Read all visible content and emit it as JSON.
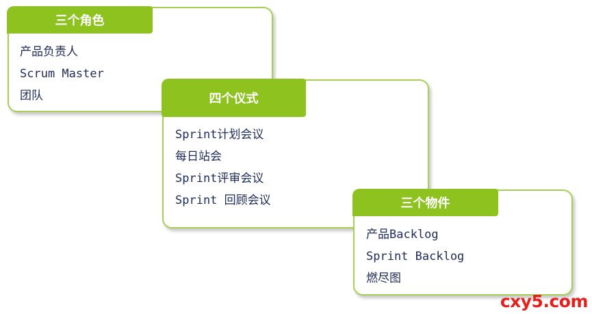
{
  "cards": [
    {
      "title": "三个角色",
      "items": [
        "产品负责人",
        "Scrum Master",
        "团队"
      ]
    },
    {
      "title": "四个仪式",
      "items": [
        "Sprint计划会议",
        "每日站会",
        "Sprint评审会议",
        "Sprint 回顾会议"
      ]
    },
    {
      "title": "三个物件",
      "items": [
        "产品Backlog",
        "Sprint Backlog",
        "燃尽图"
      ]
    }
  ],
  "watermark": "cxy5.com",
  "colors": {
    "tab_green": "#8ec31f",
    "border_green": "#a6cf55",
    "item_text": "#1e2a5a",
    "watermark_red": "#e8201c"
  }
}
